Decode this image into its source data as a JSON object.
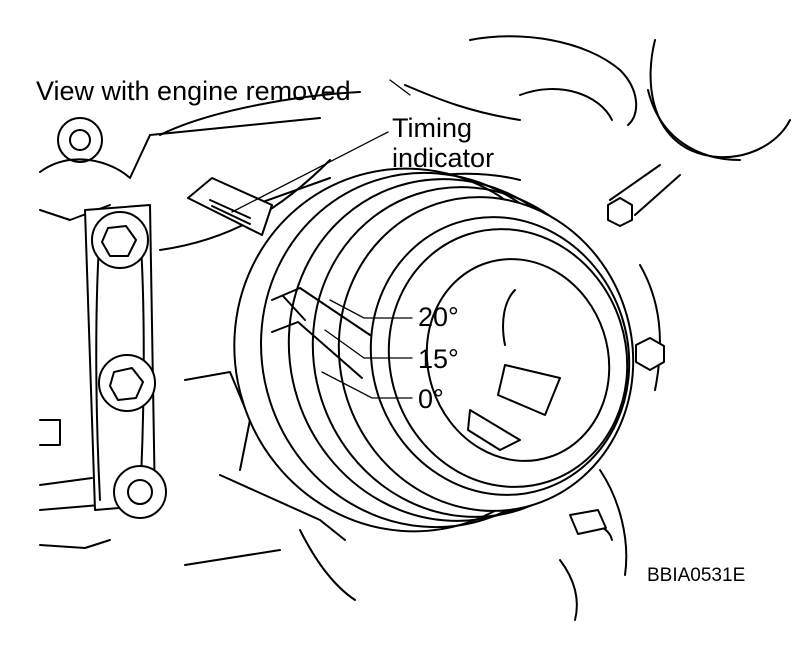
{
  "labels": {
    "title": "View with engine removed",
    "timing_line1": "Timing",
    "timing_line2": "indicator",
    "mark_20": "20°",
    "mark_15": "15°",
    "mark_0": "0°",
    "figure_code": "BBIA0531E"
  },
  "colors": {
    "ink": "#000000",
    "paper": "#ffffff"
  }
}
